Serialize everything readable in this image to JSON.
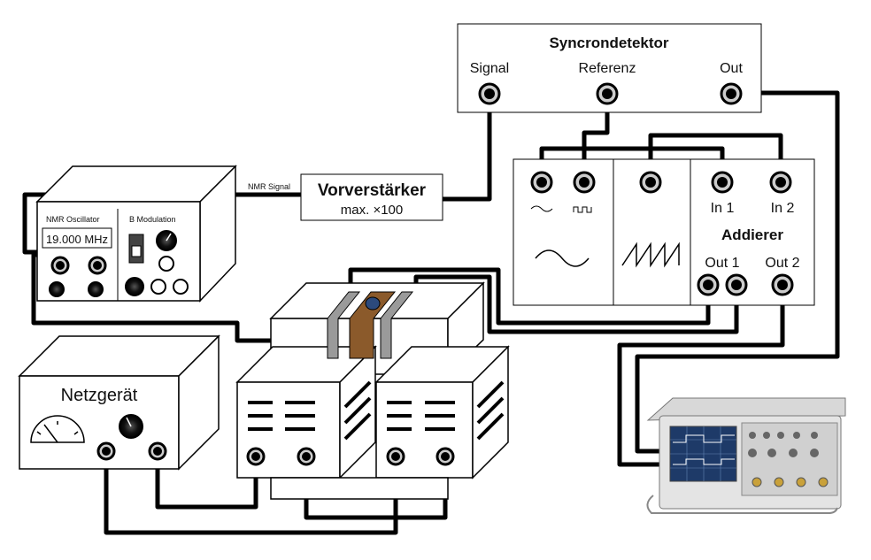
{
  "syncdetector": {
    "title": "Syncrondetektor",
    "port_signal": "Signal",
    "port_referenz": "Referenz",
    "port_out": "Out"
  },
  "preamp": {
    "title": "Vorverstärker",
    "gain": "max. ×100",
    "input_label": "NMR Signal"
  },
  "nmr_unit": {
    "oscillator_label": "NMR Oscillator",
    "frequency": "19.000 MHz",
    "modulation_label": "B Modulation"
  },
  "adder": {
    "title": "Addierer",
    "in1": "In 1",
    "in2": "In 2",
    "out1": "Out 1",
    "out2": "Out 2"
  },
  "power_supply": {
    "title": "Netzgerät"
  },
  "colors": {
    "cable": "#000000",
    "sample": "#8b5a2b",
    "pole_piece": "#9a9a9a",
    "sample_cap": "#2c4a7c"
  }
}
